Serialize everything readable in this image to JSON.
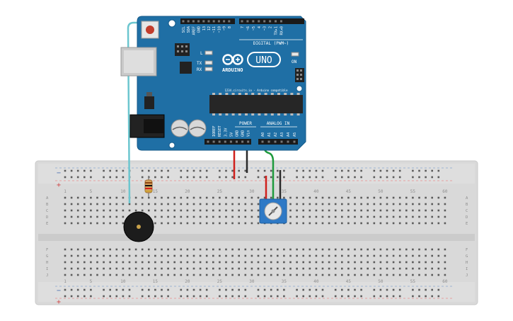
{
  "arduino": {
    "brand": "ARDUINO",
    "model": "UNO",
    "digital_header_label": "DIGITAL (PWM~)",
    "power_section_label": "POWER",
    "analog_section_label": "ANALOG IN",
    "on_label": "ON",
    "l_label": "L",
    "tx_label": "TX",
    "rx_label": "RX",
    "chip_text": "1234.circuits.io - Arduino compatible",
    "top_pin_labels": [
      "SCL",
      "SDA",
      "AREF",
      "GND",
      "13",
      "12",
      "~11",
      "~10",
      "~9",
      "8",
      "7",
      "~6",
      "~5",
      "4",
      "~3",
      "2",
      "TX▸1",
      "RX◂0"
    ],
    "power_pin_labels": [
      "IOREF",
      "RESET",
      "3.3V",
      "5V",
      "GND",
      "GND",
      "Vin"
    ],
    "analog_pin_labels": [
      "A0",
      "A1",
      "A2",
      "A3",
      "A4",
      "A5"
    ]
  },
  "breadboard": {
    "column_numbers": [
      "1",
      "5",
      "10",
      "15",
      "20",
      "25",
      "30",
      "35",
      "40",
      "45",
      "50",
      "55",
      "60"
    ],
    "row_letters_top": [
      "A",
      "B",
      "C",
      "D",
      "E"
    ],
    "row_letters_bottom": [
      "F",
      "G",
      "H",
      "I",
      "J"
    ],
    "rail_minus_symbol": "−",
    "rail_plus_symbol": "+"
  },
  "components": [
    "resistor",
    "piezo-buzzer",
    "potentiometer"
  ],
  "colors": {
    "board_blue": "#1f6fa5",
    "breadboard_gray": "#d9d9d9",
    "wire_red": "#d0201c",
    "wire_black": "#2a2a2a",
    "wire_green": "#1f9a3d",
    "wire_cyan": "#6cc6cf",
    "pot_blue": "#2e79c6"
  }
}
